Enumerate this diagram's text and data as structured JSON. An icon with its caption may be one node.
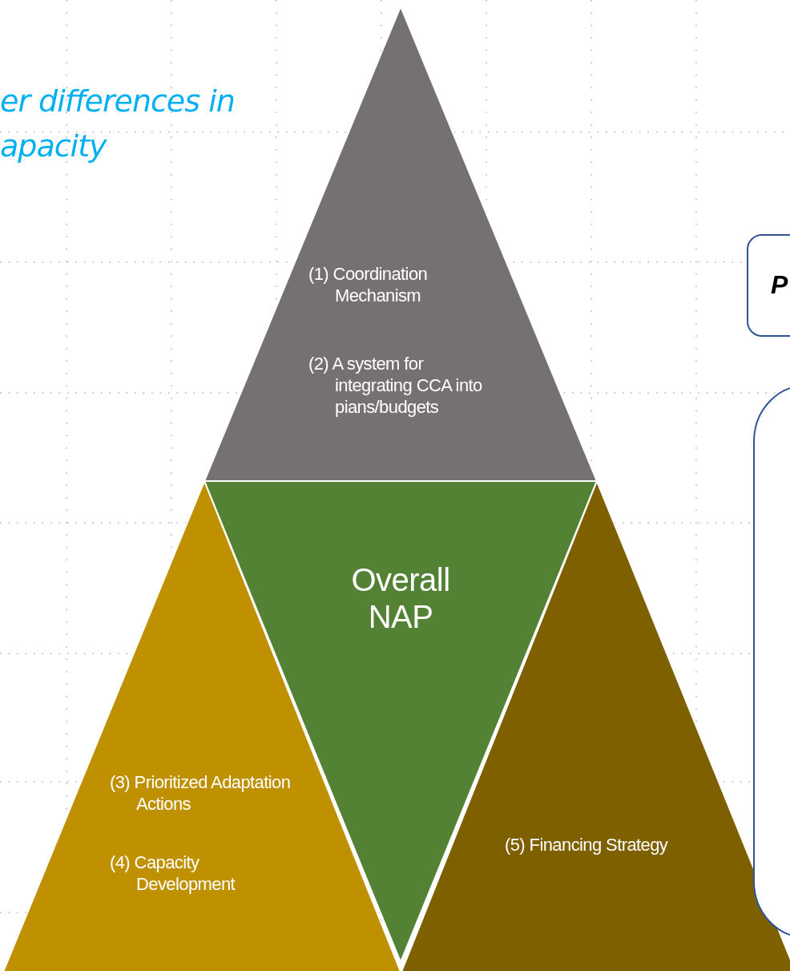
{
  "diagram": {
    "nodes": [
      {
        "text": [
          "(1) Coordination Mechanism",
          "(2) A system for integrating CCA into pians/budgets"
        ]
      },
      {
        "text": [
          "Overall NAP"
        ]
      },
      {
        "text": [
          "(3) Prioritized Adaptation Actions",
          "(4) Capacity Development"
        ]
      },
      {
        "text": [
          "(5) Financing Strategy"
        ]
      },
      {
        "text": [
          "P"
        ]
      },
      {
        "text": [],
        "shape": "box"
      }
    ],
    "labels": [
      "er differences in apacity"
    ]
  }
}
